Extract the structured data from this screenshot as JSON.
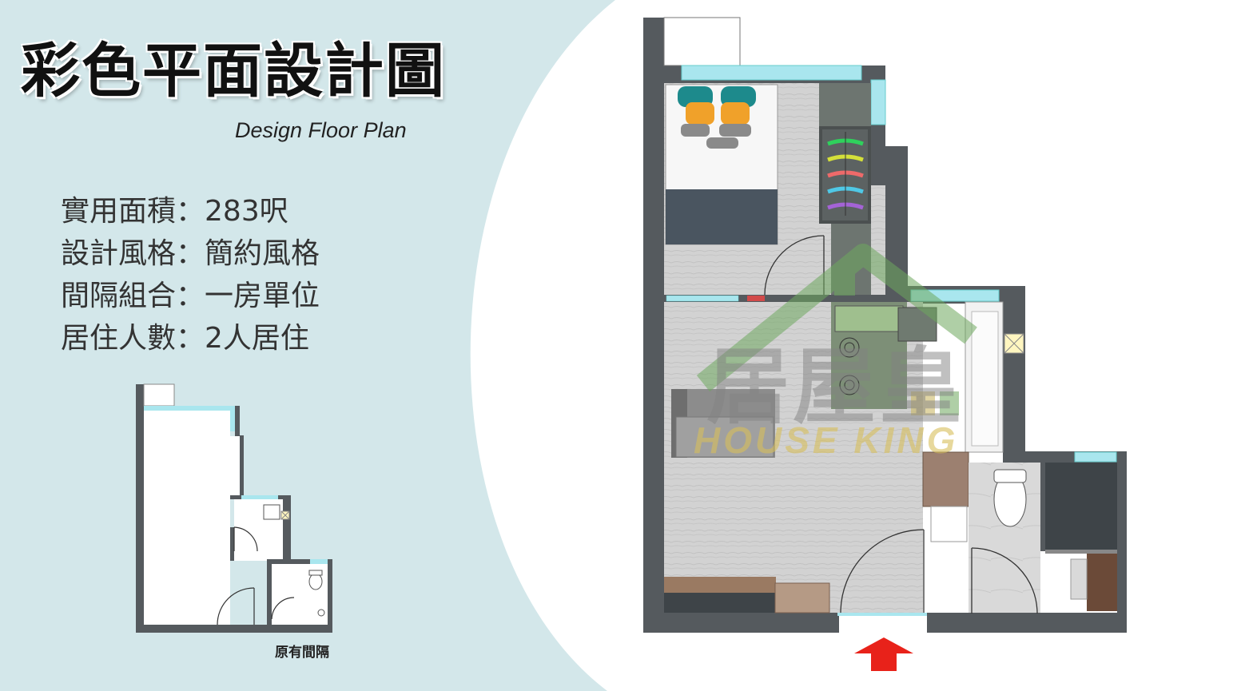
{
  "title": "彩色平面設計圖",
  "subtitle": "Design Floor Plan",
  "info": [
    {
      "key": "實用面積",
      "sep": "：",
      "value": "283呎"
    },
    {
      "key": "設計風格",
      "sep": "：",
      "value": "簡約風格"
    },
    {
      "key": "間隔組合",
      "sep": "：",
      "value": "一房單位"
    },
    {
      "key": "居住人數",
      "sep": "：",
      "value": "2人居住"
    }
  ],
  "original_caption": "原有間隔",
  "watermark": {
    "chinese": "居屋皇",
    "english": "HOUSE KING"
  },
  "colors": {
    "panel_bg": "#d3e7ea",
    "wall": "#555a5e",
    "floor": "#cfcfcf",
    "window": "#a9e6ee",
    "accent_arrow": "#e8221a",
    "watermark_green": "#6ea85e"
  }
}
